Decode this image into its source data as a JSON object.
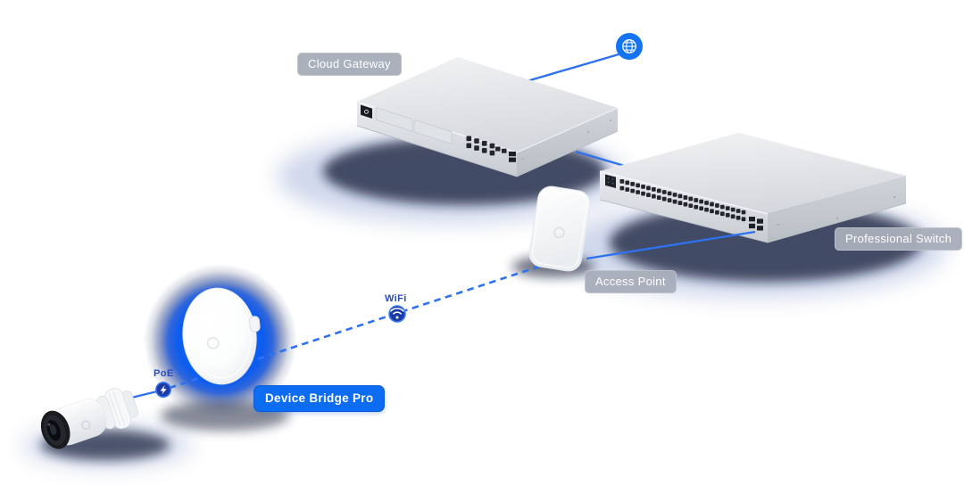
{
  "page": {
    "background": "#ffffff"
  },
  "diagram": {
    "devices": [
      {
        "id": "internet",
        "icon": "globe-icon"
      },
      {
        "id": "cloud-gateway",
        "label": "Cloud Gateway"
      },
      {
        "id": "professional-switch",
        "label": "Professional Switch"
      },
      {
        "id": "access-point",
        "label": "Access Point"
      },
      {
        "id": "device-bridge-pro",
        "label": "Device Bridge Pro",
        "highlighted": true
      },
      {
        "id": "camera"
      }
    ],
    "links": [
      {
        "from": "internet",
        "to": "cloud-gateway",
        "style": "solid"
      },
      {
        "from": "cloud-gateway",
        "to": "professional-switch",
        "style": "solid"
      },
      {
        "from": "professional-switch",
        "to": "access-point",
        "style": "solid"
      },
      {
        "from": "access-point",
        "to": "device-bridge-pro",
        "style": "dashed",
        "badge": "WiFi",
        "badge_icon": "wifi-icon"
      },
      {
        "from": "device-bridge-pro",
        "to": "camera",
        "style": "solid",
        "badge": "PoE",
        "badge_icon": "lightning-icon"
      }
    ],
    "colors": {
      "link_blue": "#2e72f0",
      "glow_blue": "#0b5cf0",
      "chip_gray_bg": "#a9aeb9",
      "chip_blue_bg": "#0c6cf2",
      "chip_text": "#ffffff",
      "node_navy": "#1a3aa6",
      "badge_text": "#2a4db8",
      "device_body": "#dfe2e6"
    }
  }
}
